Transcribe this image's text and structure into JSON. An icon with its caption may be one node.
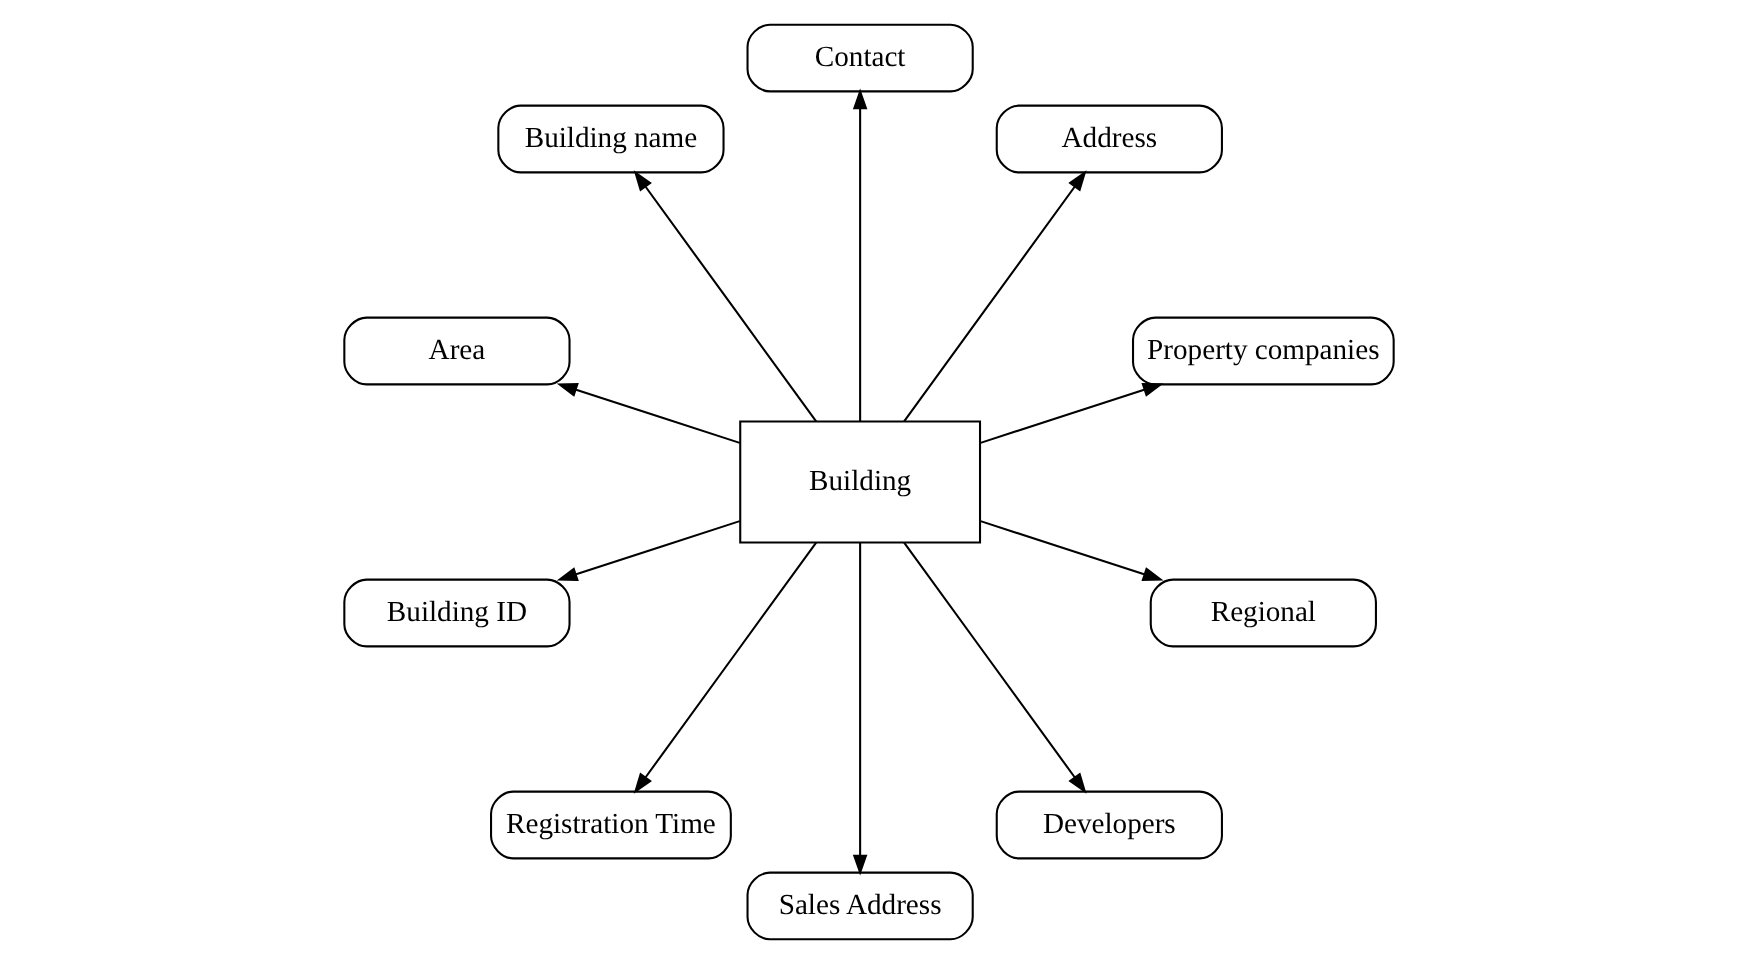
{
  "diagram": {
    "nodes": [
      {
        "text": [
          "Building"
        ]
      },
      {
        "text": [
          "Property companies"
        ]
      },
      {
        "text": [
          "Address"
        ]
      },
      {
        "text": [
          "Contact"
        ]
      },
      {
        "text": [
          "Building name"
        ]
      },
      {
        "text": [
          "Area"
        ]
      },
      {
        "text": [
          "Building ID"
        ]
      },
      {
        "text": [
          "Registration Time"
        ]
      },
      {
        "text": [
          "Sales Address"
        ]
      },
      {
        "text": [
          "Developers"
        ]
      },
      {
        "text": [
          "Regional"
        ]
      }
    ],
    "edges": [
      {
        "from": 0,
        "to": 1,
        "arrow": "to"
      },
      {
        "from": 0,
        "to": 3,
        "arrow": "to"
      },
      {
        "from": 0,
        "to": 5,
        "arrow": "to"
      },
      {
        "from": 0,
        "to": 7,
        "arrow": "to"
      },
      {
        "from": 0,
        "to": 10,
        "arrow": "to"
      },
      {
        "from": 0,
        "to": 9,
        "arrow": "to"
      },
      {
        "from": 0,
        "to": 8,
        "arrow": "to"
      },
      {
        "from": 0,
        "to": 6,
        "arrow": "to"
      },
      {
        "from": 0,
        "to": 4,
        "arrow": "to"
      },
      {
        "from": 0,
        "to": 2,
        "arrow": "to"
      }
    ]
  }
}
